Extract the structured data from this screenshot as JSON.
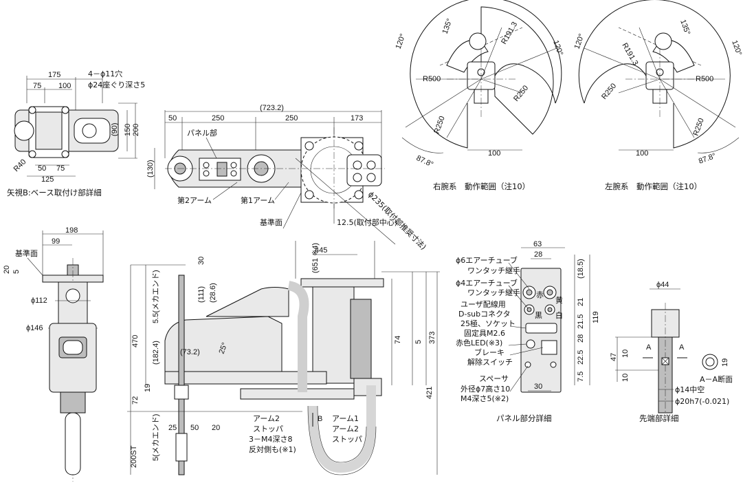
{
  "captions": {
    "base_view": "矢視B:ベース取付け部詳細",
    "right_range": "右腕系　動作範囲（注10）",
    "left_range": "左腕系　動作範囲（注10）",
    "panel_detail": "パネル部分詳細",
    "tip_detail": "先端部詳細",
    "aa_section": "A－A断面"
  },
  "base_view": {
    "dims": [
      "175",
      "75",
      "100",
      "4－ϕ11穴",
      "ϕ24座ぐり深さ5",
      "(90)",
      "150",
      "200",
      "R40",
      "50",
      "75",
      "125"
    ]
  },
  "top_view": {
    "dims": [
      "(723.2)",
      "50",
      "250",
      "250",
      "173",
      "(130)",
      "ϕ235(取付部推奨寸法)",
      "12.5(取付部中心)"
    ],
    "labels": {
      "panel": "パネル部",
      "arm2": "第2アーム",
      "arm1": "第1アーム",
      "ref_plane": "基準面"
    }
  },
  "range_views": {
    "right": [
      "120°",
      "135°",
      "R191.3",
      "120°",
      "R500",
      "R250",
      "R250",
      "100",
      "87.8°"
    ],
    "left": [
      "120°",
      "R191.3",
      "135°",
      "120°",
      "R250",
      "R500",
      "R250",
      "100",
      "87.8°"
    ]
  },
  "side_view": {
    "dims": [
      "198",
      "99",
      "20",
      "5",
      "ϕ112",
      "ϕ146"
    ],
    "labels": {
      "ref_plane": "基準面"
    }
  },
  "front_view": {
    "dims": [
      "30",
      "(111)",
      "(28.6)",
      "5.5(メカエンド)",
      "470",
      "(182.4)",
      "(73.2)",
      "25°",
      "72",
      "19",
      "200ST",
      "5(メカエンド)",
      "25",
      "50",
      "20",
      "74",
      "5",
      "373",
      "421",
      "445",
      "(651 ※4)"
    ],
    "labels": {
      "stopper_arm2": "アーム2",
      "stopper_arm2_b": "ストッパ",
      "m4_holes": "3－M4深さ8",
      "m4_holes_b": "反対側も(※1)",
      "b_arrow": "B",
      "arm1_stop": "アーム1",
      "arm2_stop": "アーム2",
      "stopper": "ストッパ"
    }
  },
  "panel_detail": {
    "dims": [
      "63",
      "28",
      "(18.5)",
      "21",
      "21.5",
      "28",
      "22.5",
      "7.5",
      "119",
      "30"
    ],
    "labels": [
      "ϕ6エアーチューブ",
      "ワンタッチ継手",
      "ϕ4エアーチューブ",
      "ワンタッチ継手",
      "ユーザ配線用",
      "D-subコネクタ",
      "25極、ソケット",
      "固定具M2.6",
      "赤色LED(※3)",
      "ブレーキ",
      "解除スイッチ",
      "スペーサ",
      "外径ϕ7高さ10",
      "M4深さ5(※2)"
    ],
    "colors": [
      "赤",
      "黄",
      "黒",
      "白"
    ]
  },
  "tip_detail": {
    "dims": [
      "ϕ44",
      "47",
      "10",
      "10",
      "19",
      "ϕ14中空",
      "ϕ20h7(-0.021)"
    ],
    "labels": [
      "A",
      "A"
    ]
  }
}
